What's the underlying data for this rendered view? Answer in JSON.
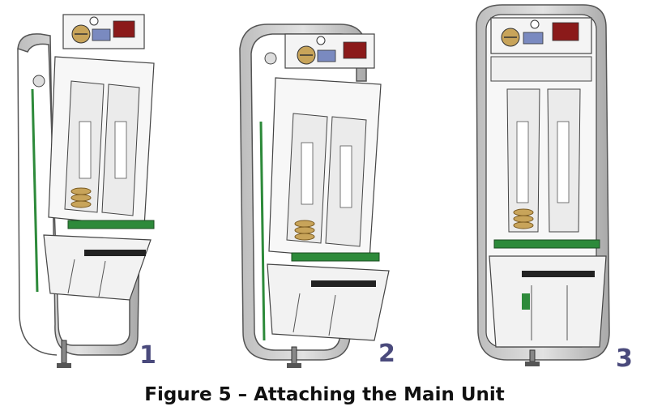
{
  "figure": {
    "caption": "Figure 5 – Attaching the Main Unit",
    "steps": [
      {
        "number": "1"
      },
      {
        "number": "2"
      },
      {
        "number": "3"
      }
    ]
  },
  "colors": {
    "housing_gray": "#c9c9c9",
    "housing_outline": "#555555",
    "pcb_green": "#2d8a3a",
    "terminal_red": "#8b1a1a",
    "spring_brass": "#c8a45a",
    "number_color": "#4a4a7c"
  },
  "icons": [
    "screw-icon",
    "spring-icon",
    "battery-slot-icon",
    "terminal-block-icon"
  ]
}
